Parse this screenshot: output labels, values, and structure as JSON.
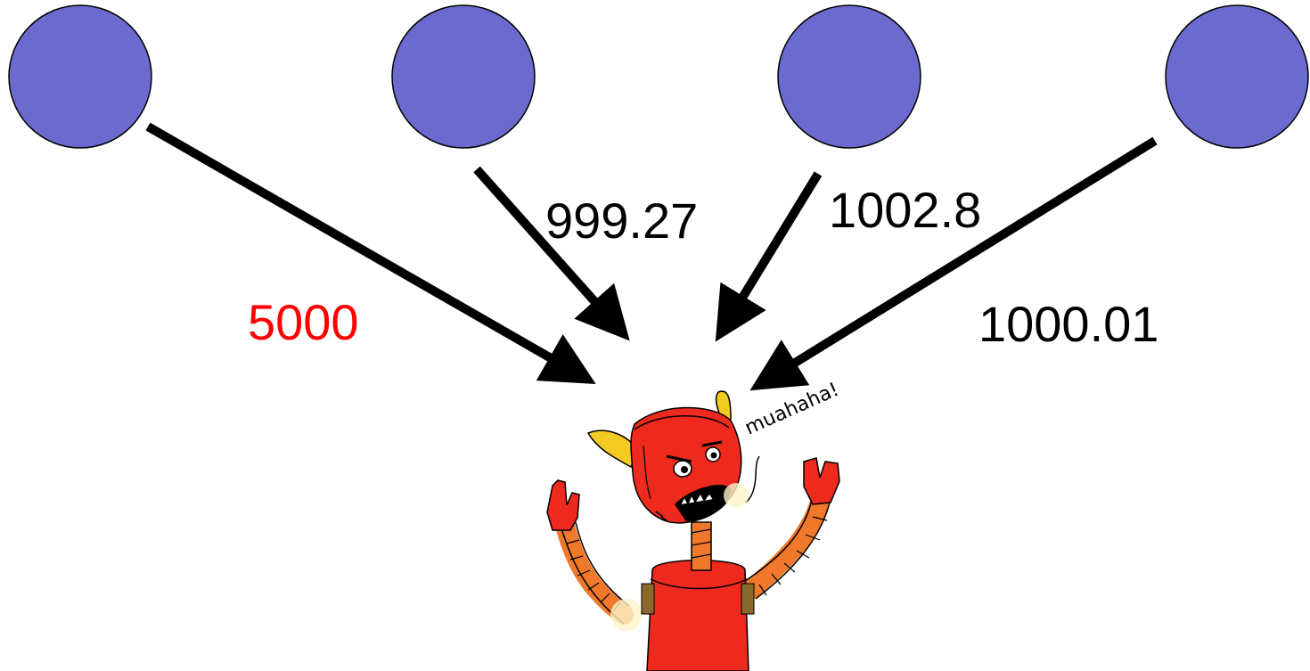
{
  "edges": [
    {
      "label": "5000",
      "color": "#ff0000",
      "highlighted": true
    },
    {
      "label": "999.27",
      "color": "#000000",
      "highlighted": false
    },
    {
      "label": "1002.8",
      "color": "#000000",
      "highlighted": false
    },
    {
      "label": "1000.01",
      "color": "#000000",
      "highlighted": false
    }
  ],
  "node_fill": "#6b6bcf",
  "villain": {
    "speech": "muahaha!",
    "skin_color": "#ee2a1e",
    "horn_color": "#f3cb22",
    "arm_color": "#f0782a"
  }
}
